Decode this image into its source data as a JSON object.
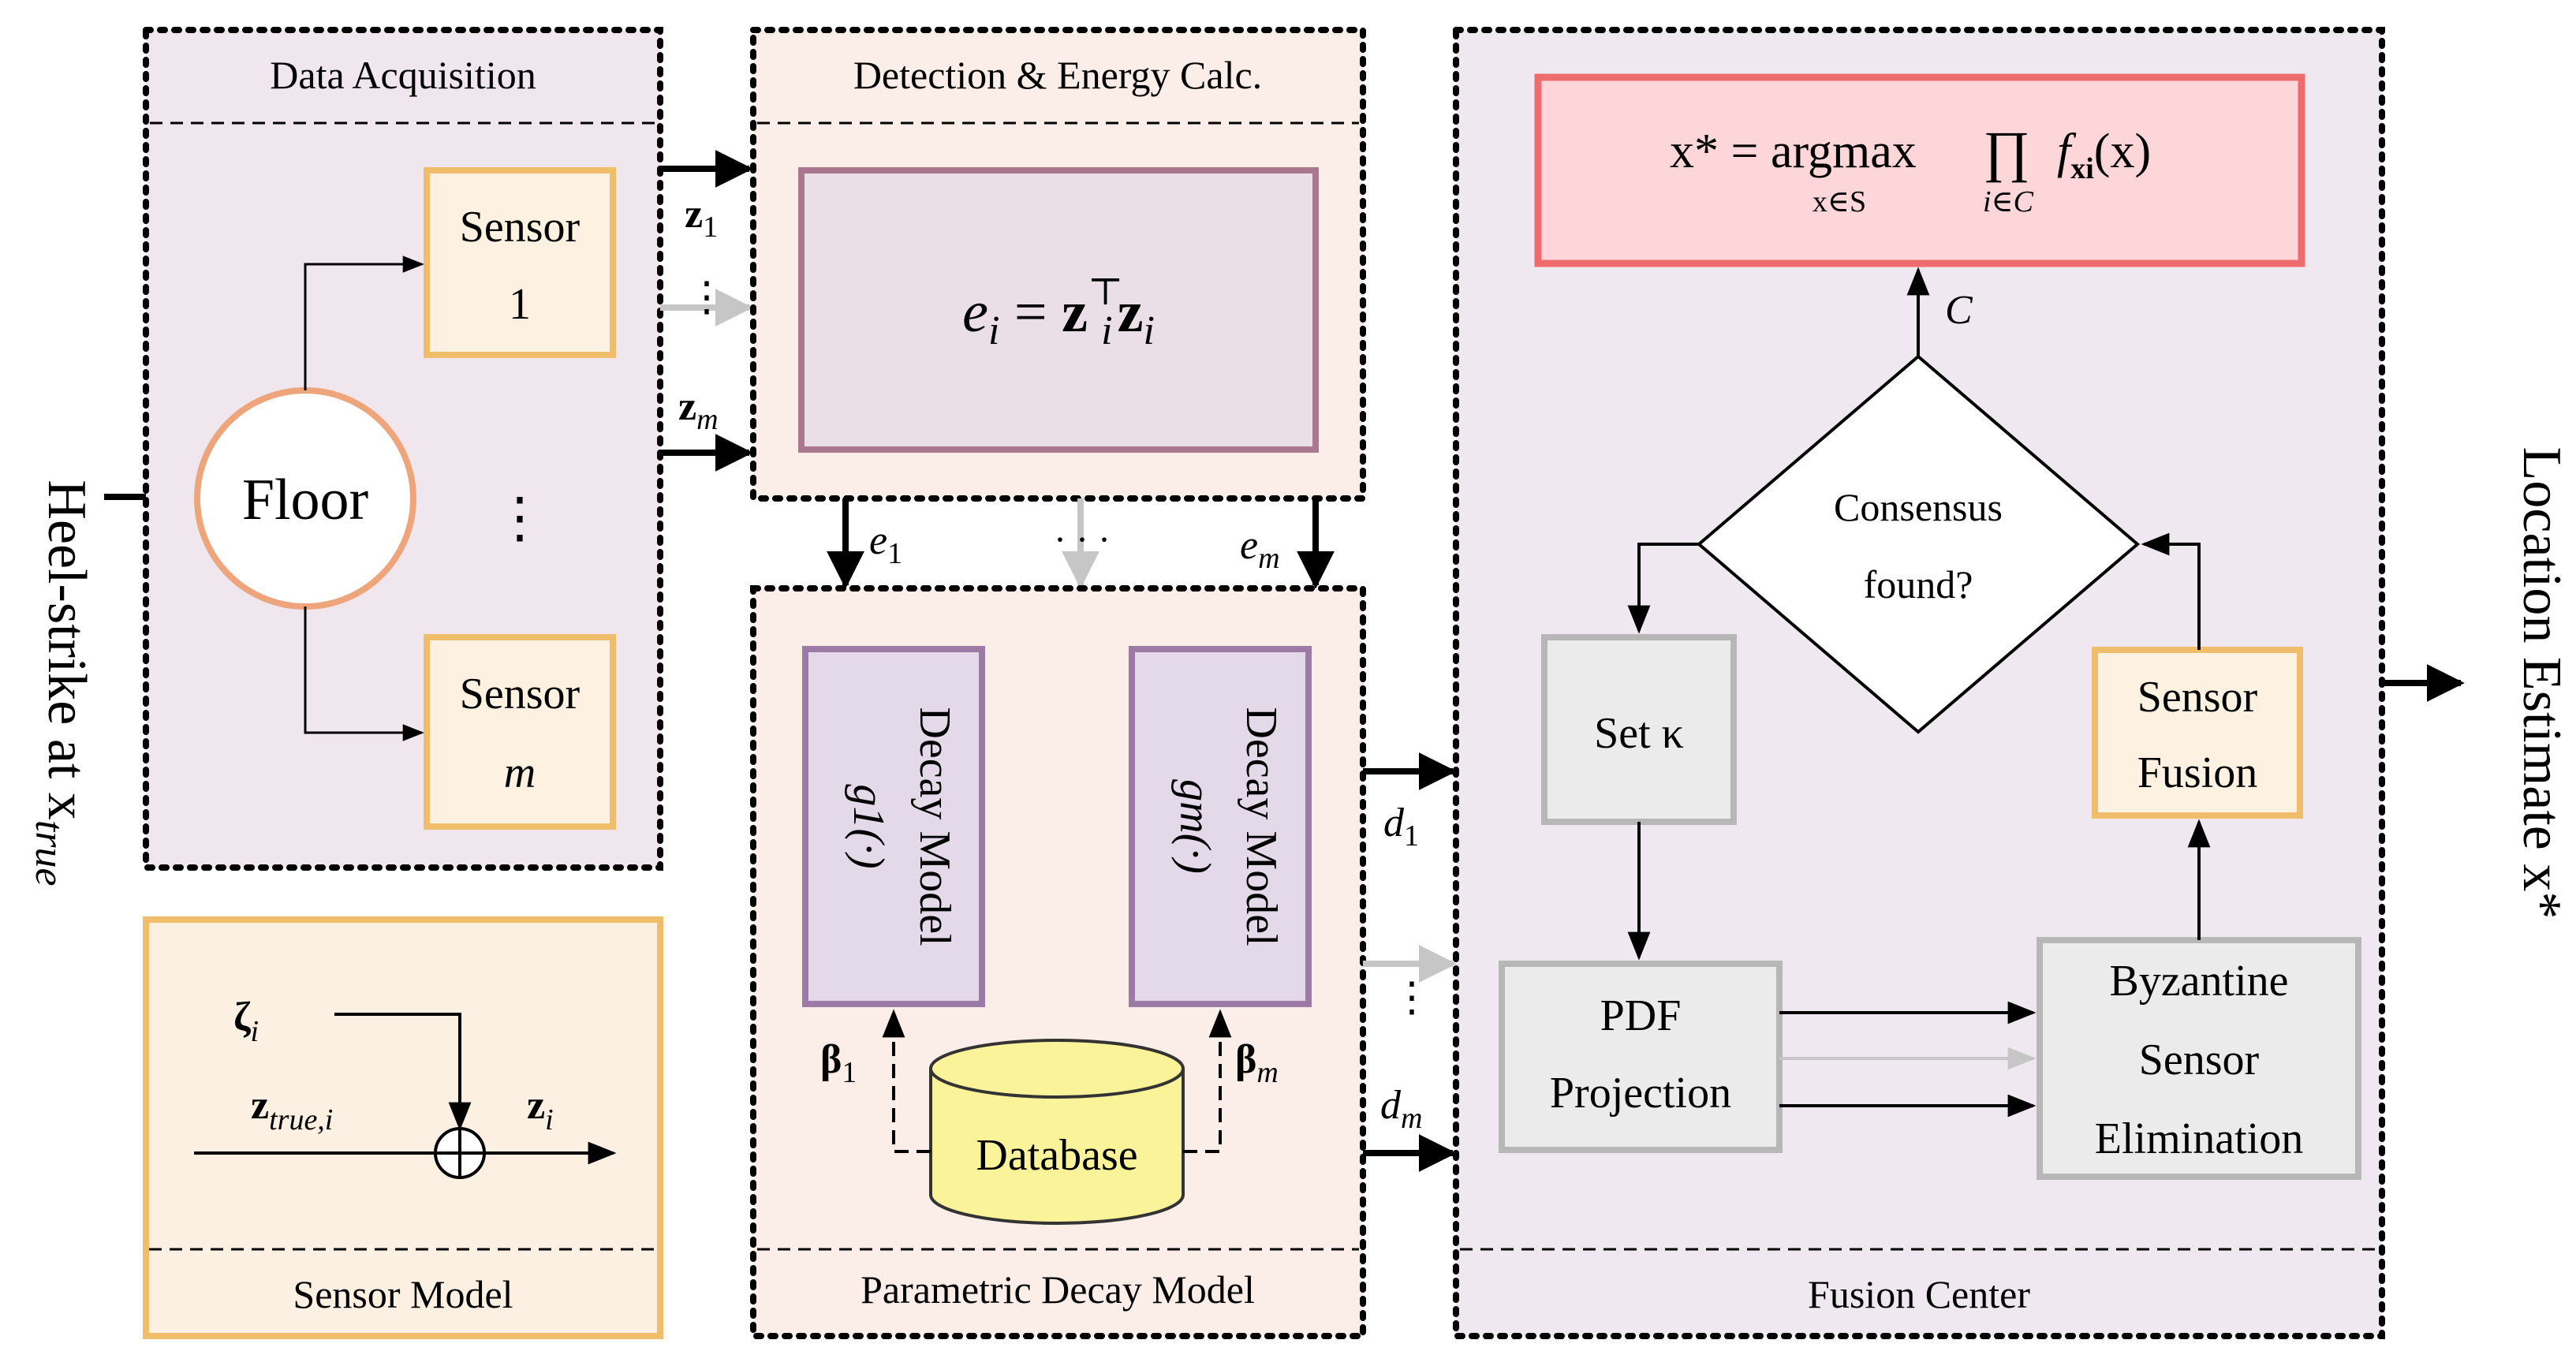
{
  "side_labels": {
    "input": "Heel-strike at x",
    "input_sub": "true",
    "output": "Location Estimate x*"
  },
  "data_acquisition": {
    "title": "Data Acquisition",
    "floor": "Floor",
    "sensor1_line1": "Sensor",
    "sensor1_line2": "1",
    "sensorm_line1": "Sensor",
    "sensorm_line2": "m",
    "ellipsis": "⋮"
  },
  "sensor_model": {
    "title": "Sensor Model",
    "zeta": "ζ",
    "zeta_sub": "i",
    "ztrue": "z",
    "ztrue_sub": "true,i",
    "zi": "z",
    "zi_sub": "i"
  },
  "detection": {
    "title": "Detection & Energy Calc.",
    "equation_lhs": "e",
    "equation_lhs_sub": "i",
    "equation_eq": "=",
    "equation_z1": "z",
    "equation_z1_sub": "i",
    "equation_sup": "⊤",
    "equation_z2": "z",
    "equation_z2_sub": "i"
  },
  "decay": {
    "title": "Parametric Decay Model",
    "model1_line1": "Decay Model",
    "model1_line2": "g1(·)",
    "modelm_line1": "Decay Model",
    "modelm_line2": "gm(·)",
    "database": "Database",
    "beta1": "β",
    "beta1_sub": "1",
    "betam": "β",
    "betam_sub": "m"
  },
  "fusion": {
    "title": "Fusion Center",
    "argmax_lhs": "x* = argmax",
    "argmax_under": "x∈S",
    "prod": "∏",
    "prod_under": "i∈C",
    "argmax_rhs": "f",
    "argmax_rhs_sub": "xi",
    "argmax_rhs_tail": "(x)",
    "consensus_line1": "Consensus",
    "consensus_line2": "found?",
    "set_kappa": "Set κ",
    "pdf_line1": "PDF",
    "pdf_line2": "Projection",
    "sensor_fusion_line1": "Sensor",
    "sensor_fusion_line2": "Fusion",
    "byz_line1": "Byzantine",
    "byz_line2": "Sensor",
    "byz_line3": "Elimination",
    "c_label": "C"
  },
  "signals": {
    "z1": "z",
    "z1_sub": "1",
    "zm": "z",
    "zm_sub": "m",
    "e1": "e",
    "e1_sub": "1",
    "em": "e",
    "em_sub": "m",
    "d1": "d",
    "d1_sub": "1",
    "dm": "d",
    "dm_sub": "m",
    "dots_h": "· · ·",
    "dots_v": "⋮"
  },
  "colors": {
    "data_acq_bg": "#efe6ee",
    "detection_bg": "#fbeee8",
    "decay_bg": "#fbeee8",
    "fusion_bg": "#efe8f0",
    "sensor_model_bg": "#fcf0e2",
    "sensor_border": "#f0bd6a",
    "sensor_bg": "#fdf1e2",
    "floor_border": "#eea57c",
    "energy_border": "#ab7690",
    "energy_bg": "#eadfe6",
    "decay_border": "#9b7ba6",
    "decay_block_bg": "#e3d9e8",
    "database_fill": "#fbf39a",
    "database_stroke": "#333333",
    "argmax_border": "#ee6b6e",
    "argmax_bg": "#fcd6d8",
    "gray_block_border": "#b7b7b7",
    "gray_block_bg": "#ebebeb",
    "light_arrow": "#c6c6c6"
  }
}
